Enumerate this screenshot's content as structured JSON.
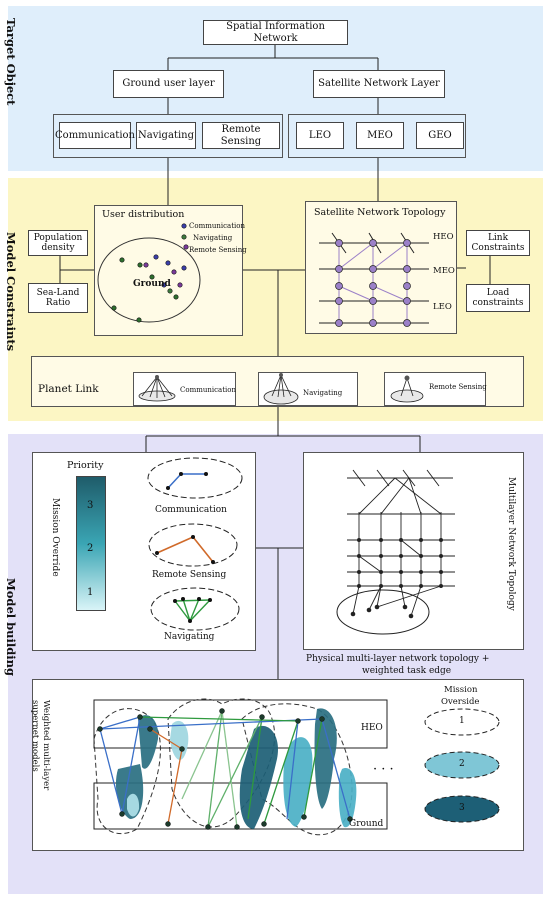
{
  "sections": {
    "target": "Target Object",
    "constraints": "Model Constraints",
    "building": "Model building"
  },
  "target": {
    "root": "Spatial Information Network",
    "ground_layer": "Ground user layer",
    "satellite_layer": "Satellite Network Layer",
    "ground_items": [
      "Communication",
      "Navigating",
      "Remote Sensing"
    ],
    "satellite_items": [
      "LEO",
      "MEO",
      "GEO"
    ]
  },
  "constraints": {
    "population_density": "Population density",
    "sea_land_ratio": "Sea-Land Ratio",
    "user_distribution": "User distribution",
    "legend": [
      "Communication",
      "Navigating",
      "Remote Sensing"
    ],
    "ground": "Ground",
    "topology_title": "Satellite Network Topology",
    "orbits": [
      "HEO",
      "MEO",
      "LEO"
    ],
    "link_constraints": "Link Constraints",
    "load_constraints": "Load constraints",
    "planet_link": "Planet Link",
    "link_types": [
      "Communication",
      "Navigating",
      "Remote Sensing"
    ]
  },
  "building": {
    "priority": "Priority",
    "priority_levels": [
      "3",
      "2",
      "1"
    ],
    "mission_override": "Mission Override",
    "task_labels": [
      "Communication",
      "Remote Sensing",
      "Navigating"
    ],
    "multilayer_topology": "Multilayer Network Topology",
    "physical_caption_1": "Physical multi-layer network topology +",
    "physical_caption_2": "weighted task edge",
    "supernet": "Weighted multi-layer supernet models",
    "heo": "HEO",
    "ground": "Ground",
    "ellipsis": "· · ·",
    "mission_override_title_1": "Mission",
    "mission_override_title_2": "Overside",
    "override_levels": [
      "1",
      "2",
      "3"
    ]
  },
  "colors": {
    "target_band": "#dfeefb",
    "constraint_band": "#fcf6c4",
    "model_band": "#e3e1f8",
    "node_purple": "#9b80c8",
    "teal_dark": "#1d5f76",
    "teal_light": "#bfe9ef"
  }
}
